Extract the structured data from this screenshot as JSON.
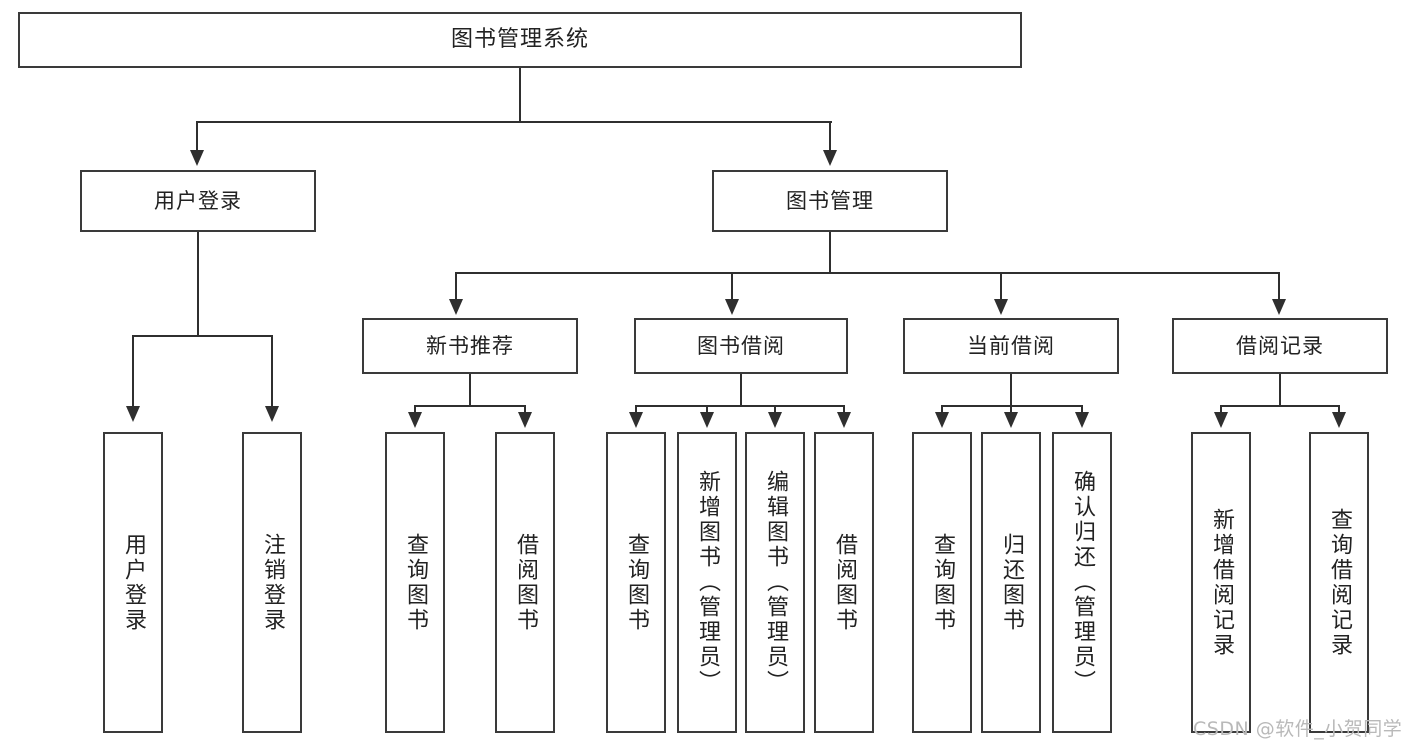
{
  "diagram": {
    "type": "tree-hierarchy",
    "title": "图书管理系统",
    "root": {
      "label": "图书管理系统"
    },
    "level2": [
      {
        "label": "用户登录"
      },
      {
        "label": "图书管理"
      }
    ],
    "level3": [
      {
        "label": "新书推荐"
      },
      {
        "label": "图书借阅"
      },
      {
        "label": "当前借阅"
      },
      {
        "label": "借阅记录"
      }
    ],
    "leaves": {
      "user_login": [
        {
          "label": "用户登录"
        },
        {
          "label": "注销登录"
        }
      ],
      "new_book_recommend": [
        {
          "label": "查询图书"
        },
        {
          "label": "借阅图书"
        }
      ],
      "book_borrow": [
        {
          "label": "查询图书"
        },
        {
          "label": "新增图书（管理员）"
        },
        {
          "label": "编辑图书（管理员）"
        },
        {
          "label": "借阅图书"
        }
      ],
      "current_borrow": [
        {
          "label": "查询图书"
        },
        {
          "label": "归还图书"
        },
        {
          "label": "确认归还（管理员）"
        }
      ],
      "borrow_record": [
        {
          "label": "新增借阅记录"
        },
        {
          "label": "查询借阅记录"
        }
      ]
    }
  },
  "watermark": {
    "text": "CSDN @软件_小贺同学"
  },
  "colors": {
    "box_border": "#3a3a3a",
    "connector": "#2f2f2f",
    "text": "#222222",
    "background": "#ffffff",
    "watermark": "#b9b9b9"
  }
}
